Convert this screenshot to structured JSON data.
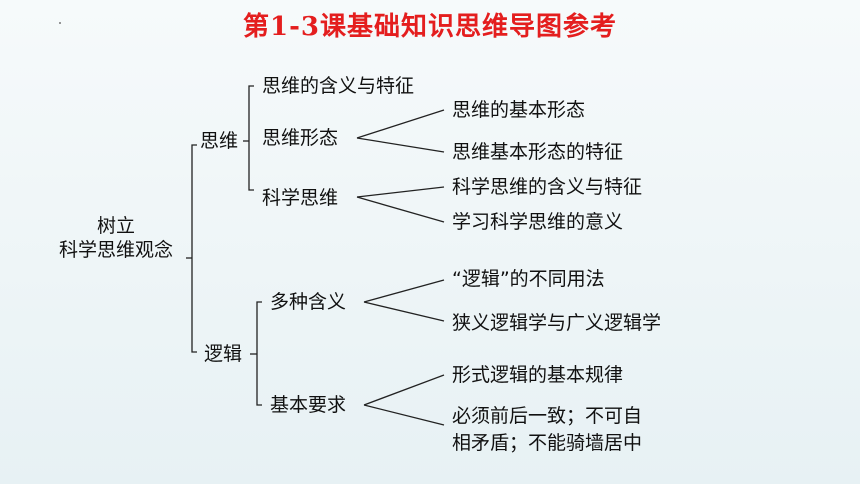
{
  "title": "第1-3课基础知识思维导图参考",
  "root": {
    "line1": "树立",
    "line2": "科学思维观念"
  },
  "branches": [
    {
      "label": "思维",
      "children": [
        {
          "label": "思维的含义与特征",
          "leaves": []
        },
        {
          "label": "思维形态",
          "leaves": [
            "思维的基本形态",
            "思维基本形态的特征"
          ]
        },
        {
          "label": "科学思维",
          "leaves": [
            "科学思维的含义与特征",
            "学习科学思维的意义"
          ]
        }
      ]
    },
    {
      "label": "逻辑",
      "children": [
        {
          "label": "多种含义",
          "leaves": [
            "“逻辑”的不同用法",
            "狭义逻辑学与广义逻辑学"
          ]
        },
        {
          "label": "基本要求",
          "leaves": [
            "形式逻辑的基本规律",
            "必须前后一致；不可自",
            "相矛盾；不能骑墙居中"
          ]
        }
      ]
    }
  ]
}
